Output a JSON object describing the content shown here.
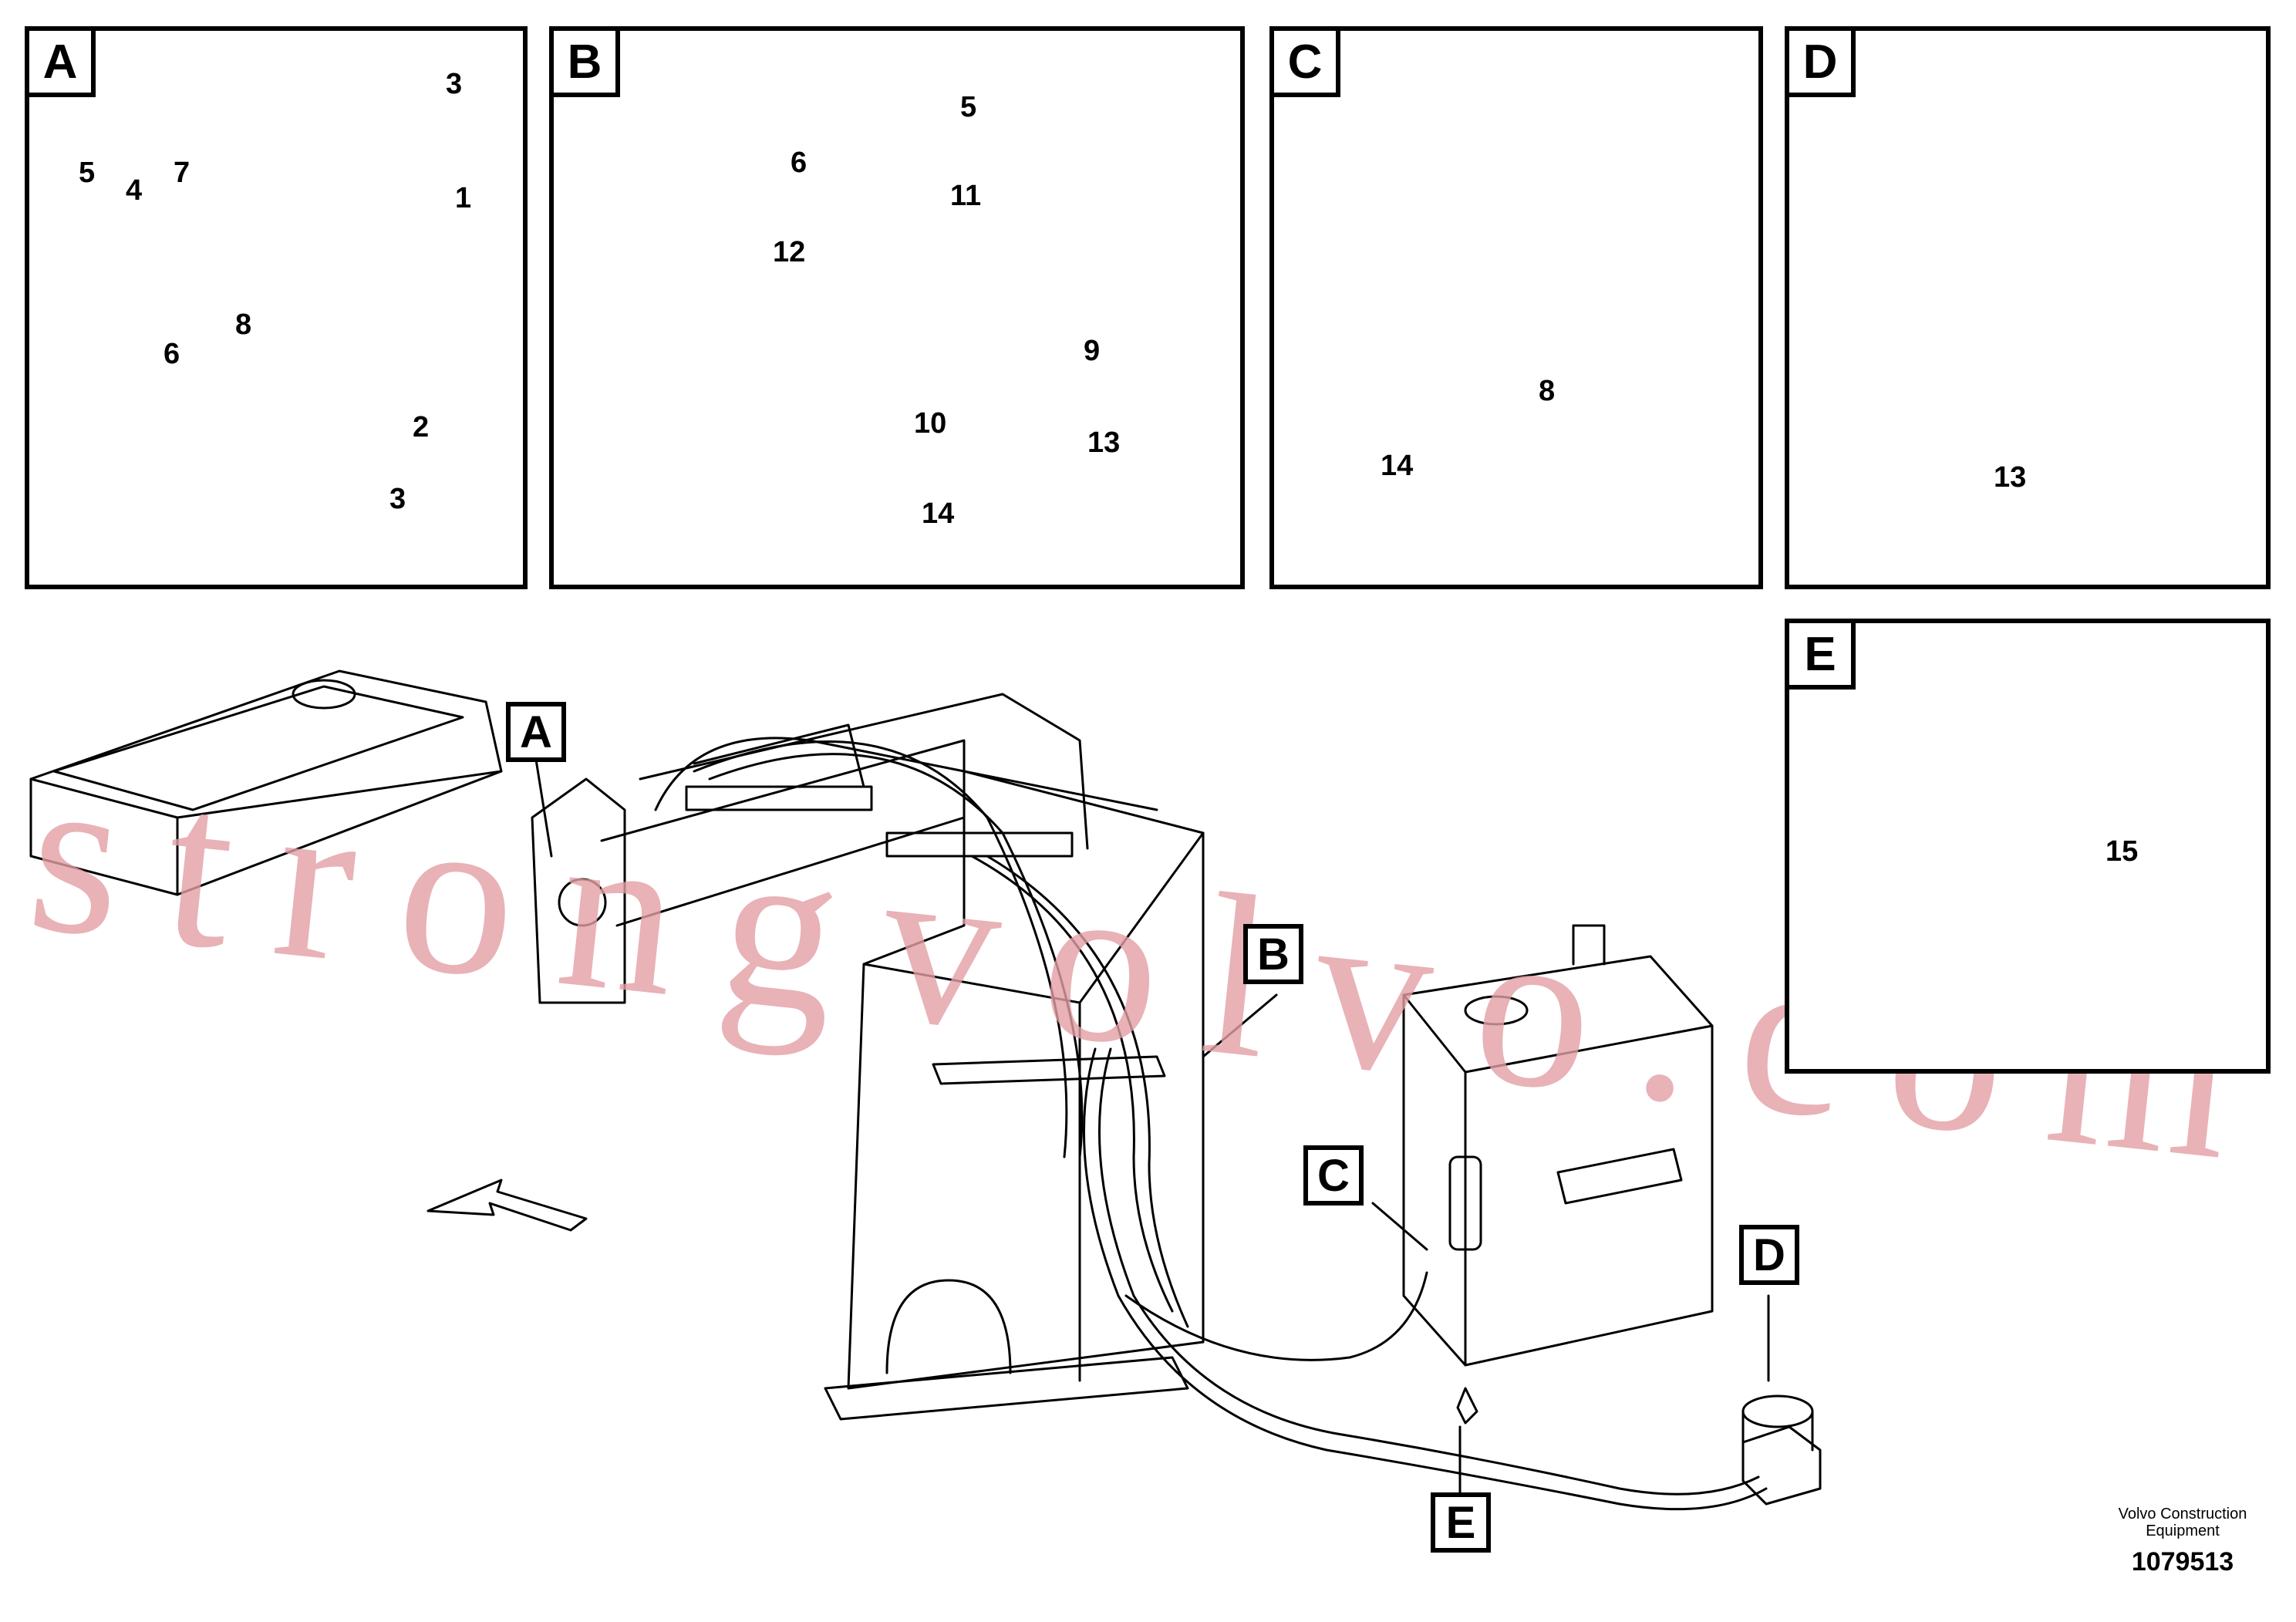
{
  "panels": [
    {
      "letter": "A",
      "labels": [
        "3",
        "5",
        "4",
        "7",
        "1",
        "8",
        "6",
        "2",
        "3"
      ]
    },
    {
      "letter": "B",
      "labels": [
        "5",
        "6",
        "11",
        "12",
        "9",
        "10",
        "13",
        "14"
      ]
    },
    {
      "letter": "C",
      "labels": [
        "8",
        "14"
      ]
    },
    {
      "letter": "D",
      "labels": [
        "13"
      ]
    },
    {
      "letter": "E",
      "labels": [
        "15"
      ]
    }
  ],
  "callouts": [
    "A",
    "B",
    "C",
    "D",
    "E"
  ],
  "watermark": "strongvolvo.com",
  "credit": {
    "line1": "Volvo Construction",
    "line2": "Equipment",
    "part_number": "1079513"
  }
}
